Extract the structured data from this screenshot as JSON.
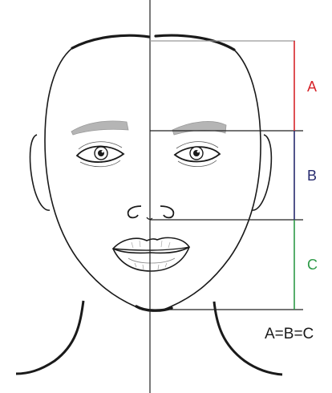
{
  "diagram": {
    "segments": [
      {
        "label": "A",
        "color": "#d6242a"
      },
      {
        "label": "B",
        "color": "#262a6e"
      },
      {
        "label": "C",
        "color": "#2d9a47"
      }
    ],
    "equation": "A=B=C",
    "guide_line_color": "#222222",
    "face_line_color": "#1a1a1a",
    "brow_color": "#b5b5b5"
  }
}
